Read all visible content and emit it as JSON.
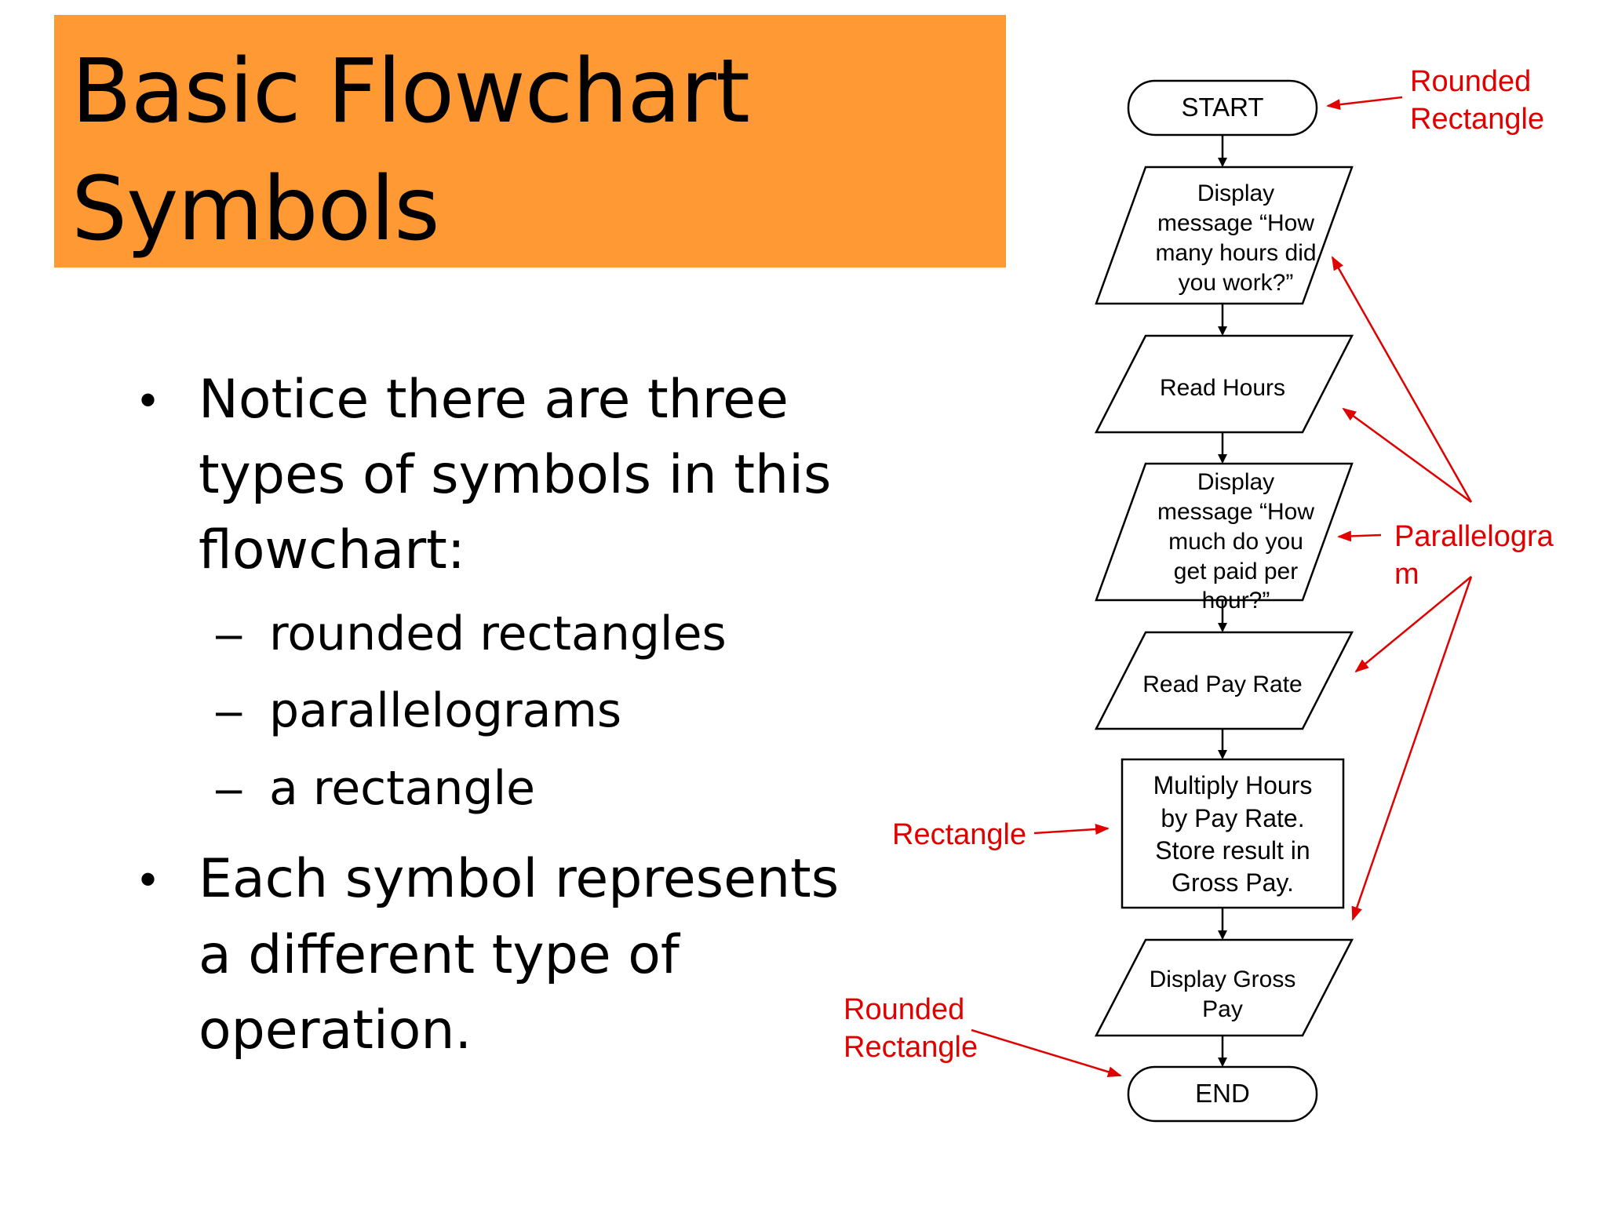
{
  "title": {
    "line1": "Basic Flowchart",
    "line2": "Symbols"
  },
  "bullets": [
    {
      "lines": [
        "Notice there are three",
        "types of symbols in this",
        "flowchart:"
      ],
      "subs": [
        "rounded rectangles",
        "parallelograms",
        "a rectangle"
      ]
    },
    {
      "lines": [
        "Each symbol represents",
        "a different type of",
        "operation."
      ],
      "subs": []
    }
  ],
  "bullet_symbol": "•",
  "sub_symbol": "–",
  "flowchart": {
    "nodes": [
      {
        "id": "start",
        "shape": "rounded-rectangle",
        "lines": [
          "START"
        ]
      },
      {
        "id": "display-hours-prompt",
        "shape": "parallelogram",
        "lines": [
          "Display",
          "message “How",
          "many hours did",
          "you work?”"
        ]
      },
      {
        "id": "read-hours",
        "shape": "parallelogram",
        "lines": [
          "Read Hours"
        ]
      },
      {
        "id": "display-pay-prompt",
        "shape": "parallelogram",
        "lines": [
          "Display",
          "message “How",
          "much do you",
          "get paid per",
          "hour?”"
        ]
      },
      {
        "id": "read-pay-rate",
        "shape": "parallelogram",
        "lines": [
          "Read Pay Rate"
        ]
      },
      {
        "id": "multiply",
        "shape": "rectangle",
        "lines": [
          "Multiply Hours",
          "by Pay Rate.",
          "Store result in",
          "Gross Pay."
        ]
      },
      {
        "id": "display-gross",
        "shape": "parallelogram",
        "lines": [
          "Display Gross",
          "Pay"
        ]
      },
      {
        "id": "end",
        "shape": "rounded-rectangle",
        "lines": [
          "END"
        ]
      }
    ],
    "annotations": [
      {
        "id": "rounded-top",
        "lines": [
          "Rounded",
          "Rectangle"
        ]
      },
      {
        "id": "parallelogram",
        "lines": [
          "Parallelogra",
          "m"
        ]
      },
      {
        "id": "rectangle",
        "lines": [
          "Rectangle"
        ]
      },
      {
        "id": "rounded-bottom",
        "lines": [
          "Rounded",
          "Rectangle"
        ]
      }
    ],
    "colors": {
      "annotation": "#e00000",
      "stroke": "#000000",
      "title_bg": "#ff9933"
    }
  }
}
